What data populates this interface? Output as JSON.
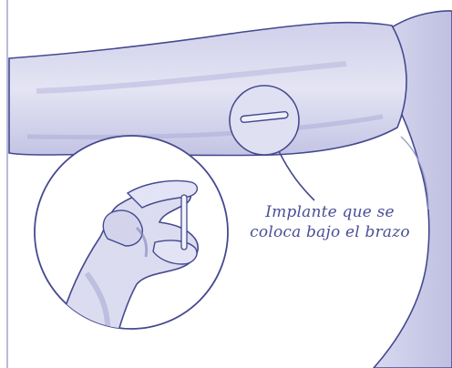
{
  "caption": {
    "line1": "Implante que se",
    "line2": "coloca bajo el brazo"
  },
  "colors": {
    "skin": "#dcdcf0",
    "skin_shadow": "#b9bade",
    "outline": "#45498f",
    "ink": "#4a4f96",
    "background": "#ffffff"
  },
  "icons": [
    "upper-arm-illustration",
    "implant-rod",
    "magnifier-circle",
    "hand-holding-implant"
  ]
}
